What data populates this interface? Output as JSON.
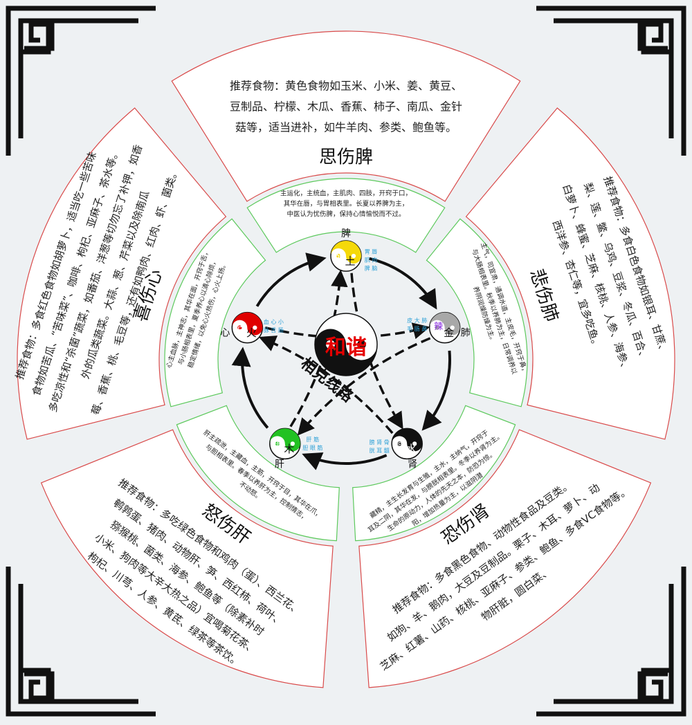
{
  "center": {
    "label": "和谐",
    "path_label": "相克线路"
  },
  "outer": [
    {
      "id": "spleen",
      "title": "思伤脾",
      "lines": [
        "推荐食物：黄色食物如玉米、小米、姜、黄豆、",
        "豆制品、柠檬、木瓜、香蕉、柿子、南瓜、金针",
        "菇等，适当进补，如牛羊肉、参类、鲍鱼等。"
      ]
    },
    {
      "id": "lung",
      "title": "悲伤肺",
      "lines": [
        "推荐食物：多食白色食物如银耳、甘蔗、",
        "梨、莲、鳖、乌鸡、豆浆、冬瓜、百合、",
        "白萝卜、蜂蜜、芝麻、核桃、人参、海参、",
        "西洋参、杏仁等，宜多吃鱼。"
      ]
    },
    {
      "id": "kidney",
      "title": "恐伤肾",
      "lines": [
        "推荐食物：多食黑色食物、动物性食品及豆类。",
        "如狗、羊、鹅肉，大豆及豆制品。栗子、木耳、萝卜、动",
        "芝麻、红薯、山药、核桃、亚麻子、参类、鲍鱼、多食VC食物等。",
        "物肝脏，圆白菜、"
      ]
    },
    {
      "id": "liver",
      "title": "怒伤肝",
      "lines": [
        "推荐食物：多吃绿色食物和鸡肉（蛋）、西兰花、",
        "鹌鹑蛋、猪肉、动物肝、笋、西红柿、荷叶、",
        "猕猴桃、菌类、海参、鲍鱼等（除素补时",
        "小米、狗肉等大辛大热之品）宜喝菊花茶、",
        "枸杞、川芎、人参、黄芪、绿茶等茶饮。"
      ]
    },
    {
      "id": "heart",
      "title": "喜伤心",
      "lines": [
        "推荐食物：多食红色食物如胡萝卜，适当吃一些苦味",
        "食物如苦瓜、“苦味菜”、咖啡、枸杞、亚麻子、茶水等。",
        "多吃凉性和“杀菌”蔬菜，如番茄、洋葱等切勿忘了补钾，如香",
        "外的瓜类蔬菜。大蒜、葱、芹菜以及除南瓜",
        "莓、香蕉、桃、毛豆等，还有如鸭肉、红肉、虾、菌类。"
      ]
    }
  ],
  "inner": [
    {
      "id": "spleen",
      "lines": [
        "主运化，主统血，主肌肉、四肢，开窍于口，",
        "其华在唇，与胃相表里。长夏以养脾为主，",
        "中医认为忧伤脾，保持心情愉悦而不过。"
      ]
    },
    {
      "id": "lung",
      "lines": [
        "主气，司宣肃，通调水道，主皮毛，开窍于鼻，",
        "与大肠相表里。秋季以养肺为主，日常调养以",
        "养阴润燥防燥为主。"
      ]
    },
    {
      "id": "kidney",
      "lines": [
        "藏精，主生长发育与生殖，主水，主纳气，开窍于",
        "耳及二阴，其华在发，与膀胱相表里。冬季以养肾为主。",
        "生命的原动力，人体的先天之本，防恐为惊。",
        "阳，增加热量为主，以滋阴潜"
      ]
    },
    {
      "id": "liver",
      "lines": [
        "肝主疏泄，主藏血，主筋，开窍于目，其华在爪，",
        "与胆相表里。春季以养肝为主，控制情志，",
        "不动怒。"
      ]
    },
    {
      "id": "heart",
      "lines": [
        "心主血脉，主神志，其华在面，开窍于舌，",
        "与小肠相表里，夏季养心以清心除烦，",
        "稳定情绪，以免心火热伤，心火上扬。"
      ]
    }
  ],
  "nodes": [
    {
      "id": "spleen",
      "taste": "甜",
      "element": "土",
      "organ": "脾",
      "tags": [
        "胃 唇",
        "肌 肉",
        "脾 脑"
      ],
      "color": "#f5d90a",
      "taste_color": "#ffffff",
      "tag_color": "#2a9fd6"
    },
    {
      "id": "lung",
      "taste": "辣",
      "element": "金",
      "organ": "肺",
      "tags": [
        "皮 大 肺",
        "毛 肠 鼻"
      ],
      "color": "#a8a8a8",
      "taste_color": "#8a2be2",
      "tag_color": "#2a9fd6"
    },
    {
      "id": "kidney",
      "taste": "咸",
      "element": "水",
      "organ": "肾",
      "tags": [
        "膀 肾 骨",
        "胱 耳 髓"
      ],
      "color": "#111111",
      "taste_color": "#ffffff",
      "tag_color": "#2a9fd6"
    },
    {
      "id": "liver",
      "taste": "酸",
      "element": "木",
      "organ": "肝",
      "tags": [
        "肝 筋",
        "胆 眼 筋"
      ],
      "color": "#22c222",
      "taste_color": "#ffffff",
      "tag_color": "#2a9fd6"
    },
    {
      "id": "heart",
      "taste": "苦",
      "element": "火",
      "organ": "心",
      "tags": [
        "血 心 小",
        "脉 舌 肠"
      ],
      "color": "#e00000",
      "taste_color": "#ffffff",
      "tag_color": "#2a9fd6"
    }
  ],
  "colors": {
    "outer_border": "#d94a4a",
    "inner_border": "#5cc95c",
    "background": "#eef1f3",
    "panel": "#ffffff",
    "center_text": "#e60000"
  }
}
